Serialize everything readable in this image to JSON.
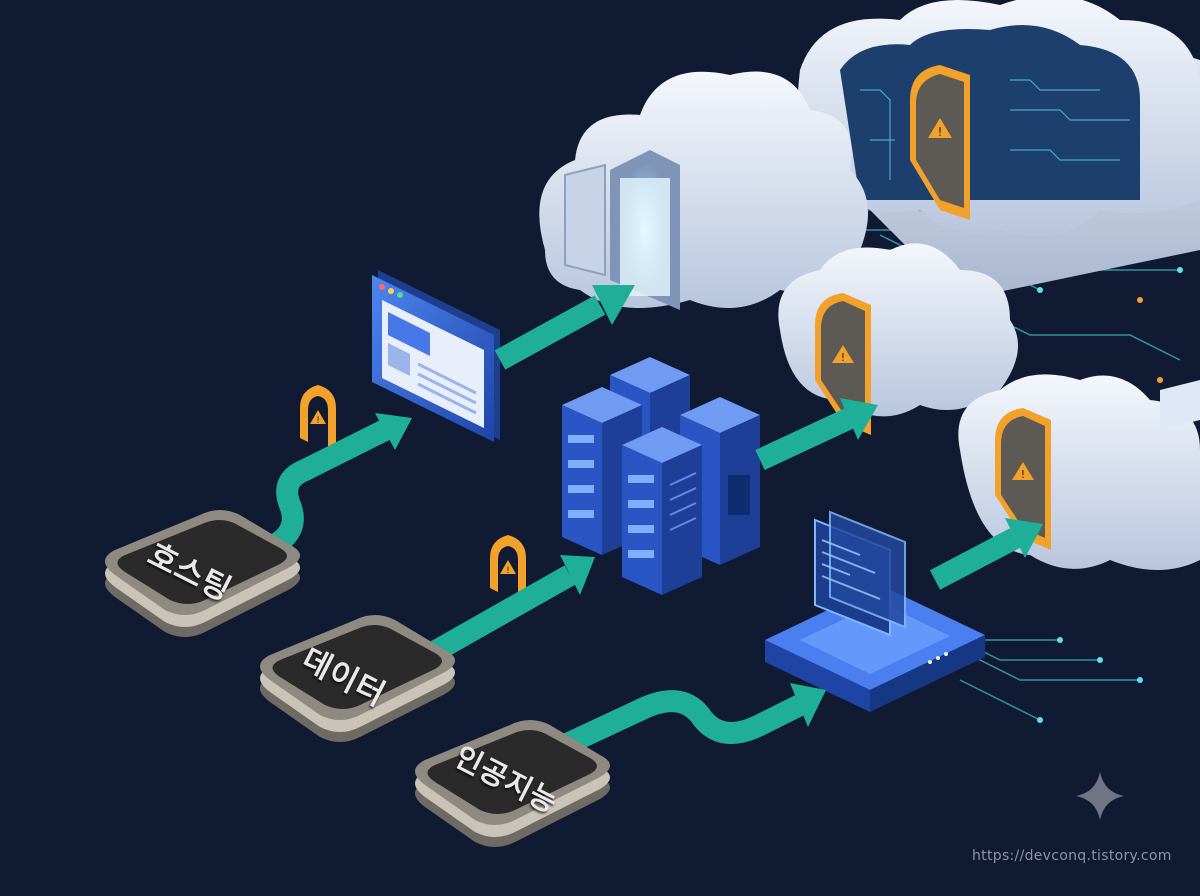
{
  "tiles": {
    "hosting": "호스팅",
    "data": "데이터",
    "ai": "인공지능"
  },
  "watermark": "https://devconq.tistory.com",
  "colors": {
    "background": "#111a33",
    "arrow": "#1fae98",
    "warning": "#f2a12a",
    "cloud": "#dfe8f6",
    "server_blue": "#2f63d6",
    "tile_face": "#2a2a2a",
    "tile_frame": "#8e8a82"
  },
  "icons": [
    "warning-arch-icon",
    "browser-window-icon",
    "server-rack-icon",
    "computer-terminal-icon",
    "cloud-icon",
    "sparkle-icon"
  ]
}
